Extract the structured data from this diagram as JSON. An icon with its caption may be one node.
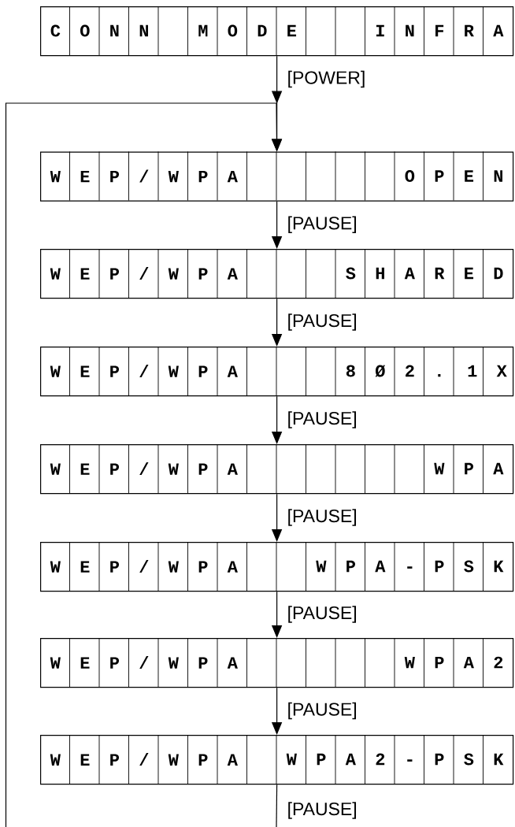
{
  "diagram": {
    "nodes": [
      {
        "text": [
          "C O N N",
          "M O D E",
          "I N F R A"
        ]
      },
      {
        "text": [
          "W E P / W P A",
          "O P E N"
        ]
      },
      {
        "text": [
          "W E P / W P A",
          "S H A R E D"
        ]
      },
      {
        "text": [
          "W E P / W P A",
          "8 Ø 2 . 1 X"
        ]
      },
      {
        "text": [
          "W E P / W P A",
          "W P A"
        ]
      },
      {
        "text": [
          "W E P / W P A",
          "W P A - P S K"
        ]
      },
      {
        "text": [
          "W E P / W P A",
          "W P A 2"
        ]
      },
      {
        "text": [
          "W E P / W P A",
          "W P A 2 - P S K"
        ]
      }
    ],
    "edges": [
      {
        "from": 0,
        "to": 1,
        "arrow": "to",
        "label": "[POWER]"
      },
      {
        "from": null,
        "to": 1,
        "arrow": "to"
      },
      {
        "from": 1,
        "to": 2,
        "arrow": "to",
        "label": "[PAUSE]"
      },
      {
        "from": 2,
        "to": 3,
        "arrow": "to",
        "label": "[PAUSE]"
      },
      {
        "from": 3,
        "to": 4,
        "arrow": "to",
        "label": "[PAUSE]"
      },
      {
        "from": 4,
        "to": 5,
        "arrow": "to",
        "label": "[PAUSE]"
      },
      {
        "from": 5,
        "to": 6,
        "arrow": "to",
        "label": "[PAUSE]"
      },
      {
        "from": 6,
        "to": 7,
        "arrow": "to",
        "label": "[PAUSE]"
      },
      {
        "from": 7,
        "to": null,
        "arrow": "none",
        "label": "[PAUSE]"
      }
    ]
  }
}
